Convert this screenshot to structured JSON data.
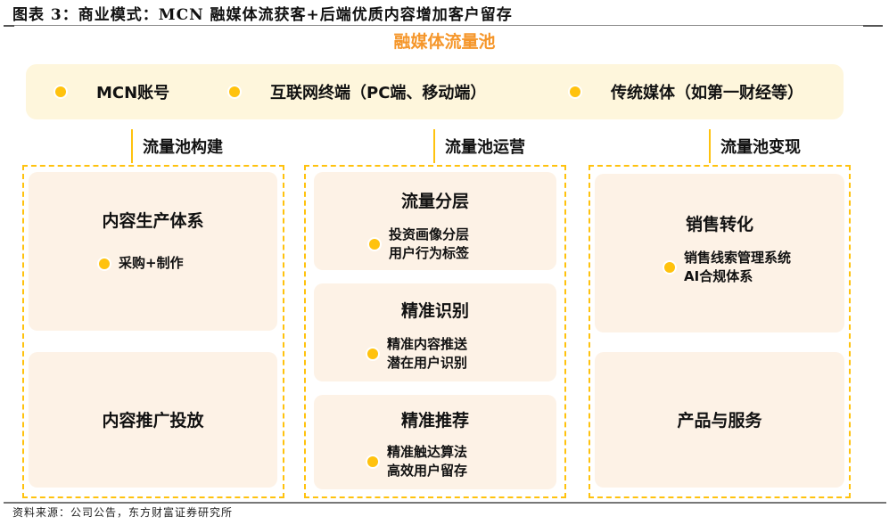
{
  "figure": {
    "title": "图表 3：商业模式：MCN 融媒体流获客+后端优质内容增加客户留存",
    "source": "资料来源：公司公告，东方财富证券研究所"
  },
  "pool_title": "融媒体流量池",
  "channels": [
    {
      "label": "MCN账号"
    },
    {
      "label": "互联网终端（PC端、移动端）"
    },
    {
      "label": "传统媒体（如第一财经等）"
    }
  ],
  "stages": [
    {
      "heading": "流量池构建",
      "cards": [
        {
          "title": "内容生产体系",
          "bullets": [
            "采购+制作"
          ]
        },
        {
          "title": "内容推广投放",
          "bullets": []
        }
      ]
    },
    {
      "heading": "流量池运营",
      "cards": [
        {
          "title": "流量分层",
          "bullets": [
            "投资画像分层",
            "用户行为标签"
          ]
        },
        {
          "title": "精准识别",
          "bullets": [
            "精准内容推送",
            "潜在用户识别"
          ]
        },
        {
          "title": "精准推荐",
          "bullets": [
            "精准触达算法",
            "高效用户留存"
          ]
        }
      ]
    },
    {
      "heading": "流量池变现",
      "cards": [
        {
          "title": "销售转化",
          "bullets": [
            "销售线索管理系统",
            "AI合规体系"
          ]
        },
        {
          "title": "产品与服务",
          "bullets": []
        }
      ]
    }
  ],
  "colors": {
    "accent_yellow": "#ffc20e",
    "title_orange": "#f5962a",
    "channel_bg": "#fef6dc",
    "card_bg": "#fdf2e6"
  }
}
